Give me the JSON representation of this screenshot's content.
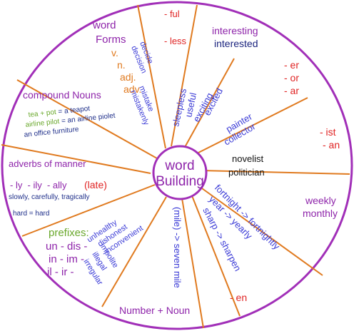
{
  "center": {
    "line1": "word",
    "line2": "Building"
  },
  "segments": {
    "word_forms": {
      "title1": "word",
      "title2": "Forms",
      "v": "v.",
      "n": "n.",
      "adj": "adj.",
      "adv": "adv.",
      "decide": "decide",
      "decision": "decision",
      "mistake": "mistake",
      "mistakenly": "mistakenly"
    },
    "ful_less": {
      "ful": "- ful",
      "less": "- less",
      "useful": "useful",
      "sleepless": "sleepless"
    },
    "interesting": {
      "interesting": "interesting",
      "interested": "interested",
      "excited": "excited",
      "exciting": "exciting"
    },
    "er_or_ar": {
      "er": "- er",
      "or": "- or",
      "ar": "- ar",
      "painter": "painter",
      "collector": "collector"
    },
    "ist_an": {
      "ist": "- ist",
      "an": "- an",
      "novelist": "novelist",
      "politician": "politician"
    },
    "weekly": {
      "weekly": "weekly",
      "monthly": "monthly",
      "fortnight": "fortnight -> fortnightly",
      "year": "year -> yearly"
    },
    "en": {
      "en": "- en",
      "sharp": "sharp -> sharpen"
    },
    "number_noun": {
      "title": "Number + Noun",
      "mile": "(mile) -> seven mile"
    },
    "prefixes": {
      "title": "prefixes:",
      "row1": "un -  dis -",
      "row2": "in -  im -",
      "row3": "il -    ir -",
      "impolite": "impolite",
      "illegal": "illegal",
      "irregular": "irregular",
      "unhealthy": "unhealthy",
      "dishonest": "dishonest",
      "inconvenient": "inconvenient"
    },
    "adverbs": {
      "title": "adverbs of manner",
      "suffixes": "- ly  - ily  - ally",
      "late": "(late)",
      "examples": "slowly, carefully, tragically",
      "hard": "hard = hard"
    },
    "compound": {
      "title": "compound Nouns",
      "ex1_a": "tea + pot",
      "ex1_b": " = a teapot",
      "ex2_a": "airline pilot",
      "ex2_b": " = an airline piolet",
      "ex3": "an office furniture"
    }
  },
  "colors": {
    "ring": "#a12fb8",
    "spoke": "#e07a1f",
    "center_ring": "#a12fb8",
    "center_text": "#8e24aa"
  }
}
